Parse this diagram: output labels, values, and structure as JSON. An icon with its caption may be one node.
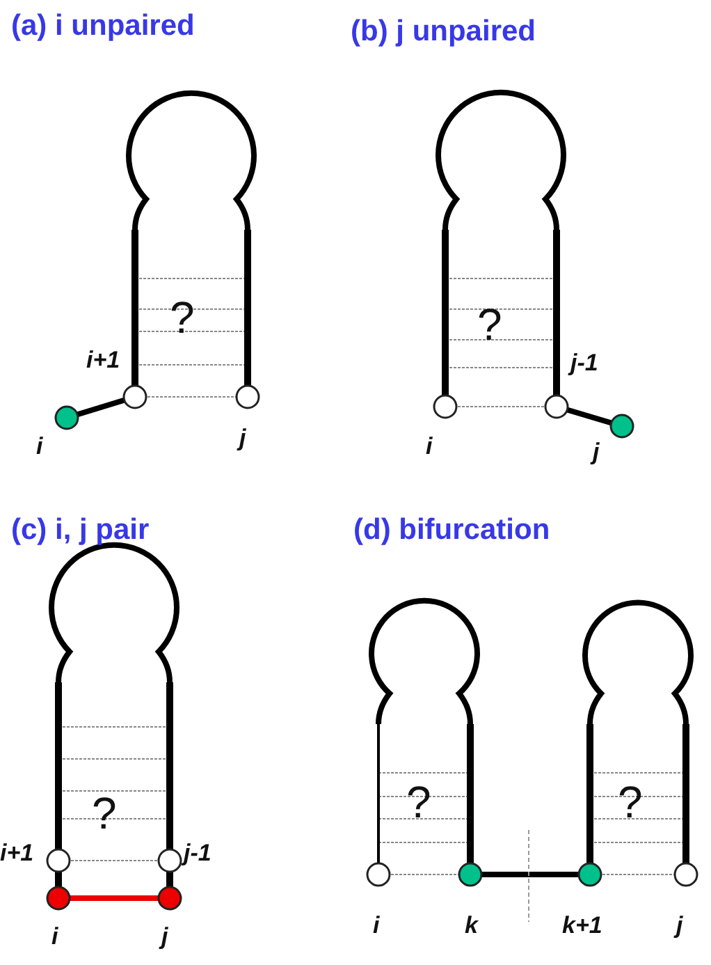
{
  "diagram": {
    "labels": [
      "(a) i unpaired",
      "?",
      "i+1",
      "i",
      "j",
      "(b) j unpaired",
      "?",
      "j-1",
      "i",
      "j",
      "(c) i, j pair",
      "?",
      "i+1",
      "j-1",
      "i",
      "j",
      "(d) bifurcation",
      "?",
      "?",
      "i",
      "k",
      "k+1",
      "j"
    ]
  }
}
